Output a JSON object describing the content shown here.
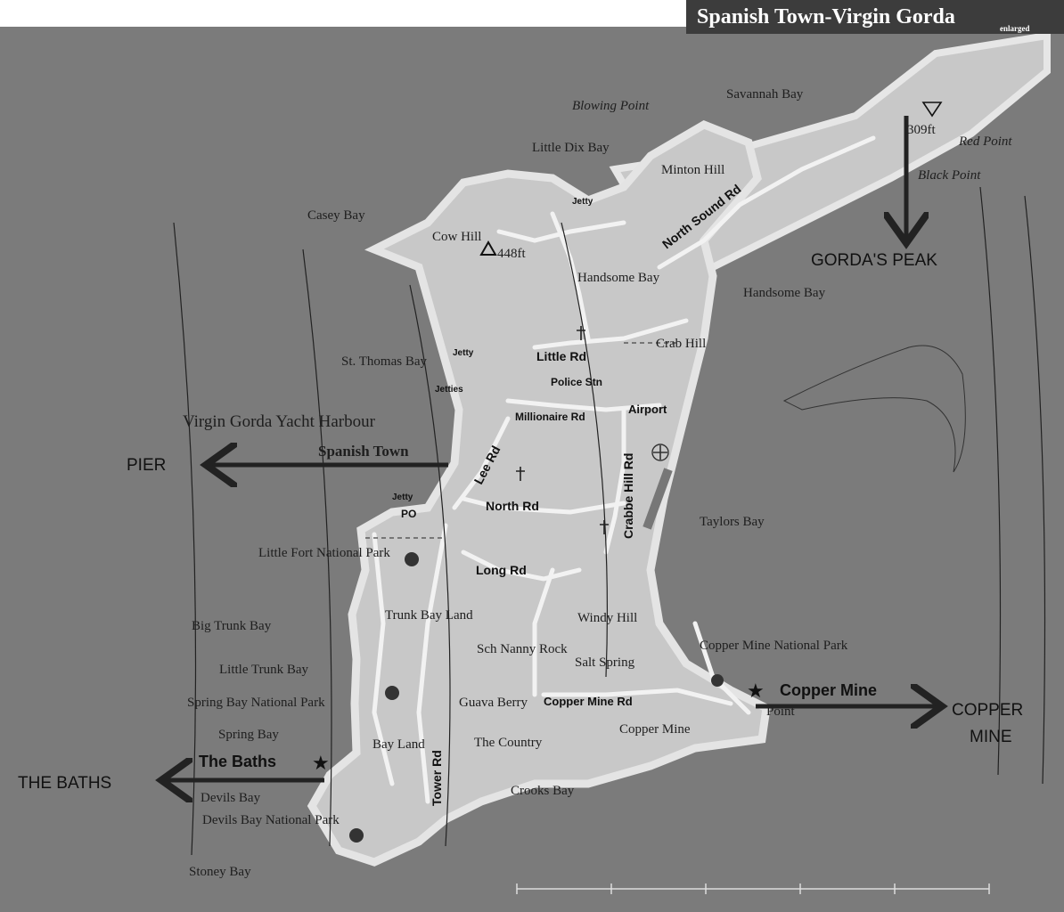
{
  "title": "Spanish Town-Virgin Gorda",
  "subtitle": "enlarged",
  "colors": {
    "sea": "#7b7b7b",
    "land": "#c8c8c8",
    "coast": "#e4e4e4",
    "road": "#f2f2f2",
    "title_bg": "#3c3c3c"
  },
  "places": {
    "blowing_point": "Blowing Point",
    "savannah_bay": "Savannah Bay",
    "little_dix_bay": "Little Dix Bay",
    "minton_hill": "Minton Hill",
    "red_point": "Red Point",
    "black_point": "Black Point",
    "casey_bay": "Casey Bay",
    "cow_hill": "Cow Hill",
    "handsome_bay_inner": "Handsome Bay",
    "handsome_bay_outer": "Handsome Bay",
    "st_thomas_bay": "St. Thomas Bay",
    "crab_hill": "Crab Hill",
    "yacht_harbour": "Virgin Gorda Yacht Harbour",
    "spanish_town": "Spanish Town",
    "taylors_bay": "Taylors Bay",
    "little_fort_np": "Little Fort National Park",
    "trunk_bay_land": "Trunk Bay Land",
    "big_trunk_bay": "Big Trunk Bay",
    "little_trunk_bay": "Little Trunk Bay",
    "windy_hill": "Windy Hill",
    "sch_nanny_rock": "Sch Nanny Rock",
    "salt_spring": "Salt Spring",
    "copper_mine_np": "Copper Mine National Park",
    "spring_bay_np": "Spring Bay National Park",
    "spring_bay": "Spring Bay",
    "guava_berry": "Guava Berry",
    "the_country": "The Country",
    "copper_mine_area": "Copper Mine",
    "bay_land": "Bay Land",
    "devils_bay": "Devils Bay",
    "devils_bay_np": "Devils Bay National Park",
    "crooks_bay": "Crooks Bay",
    "stoney_bay": "Stoney Bay",
    "point": "Point"
  },
  "roads": {
    "north_sound_rd": "North Sound Rd",
    "little_rd": "Little Rd",
    "millionaire_rd": "Millionaire Rd",
    "lee_rd": "Lee Rd",
    "crabbe_hill_rd": "Crabbe Hill Rd",
    "north_rd": "North Rd",
    "long_rd": "Long Rd",
    "copper_mine_rd": "Copper Mine Rd",
    "tower_rd": "Tower Rd"
  },
  "facilities": {
    "jetty_north": "Jetty",
    "jetty_west": "Jetty",
    "jetties": "Jetties",
    "jetty_south": "Jetty",
    "po": "PO",
    "police_stn": "Police Stn",
    "airport": "Airport"
  },
  "elevations": {
    "cow_hill": "448ft",
    "gordas_peak": "309ft"
  },
  "callouts": {
    "gordas_peak": "GORDA'S PEAK",
    "pier": "PIER",
    "copper_mine_line1": "COPPER",
    "copper_mine_line2": "MINE",
    "the_baths": "THE BATHS"
  },
  "pois": {
    "copper_mine": "Copper Mine",
    "the_baths": "The Baths"
  }
}
